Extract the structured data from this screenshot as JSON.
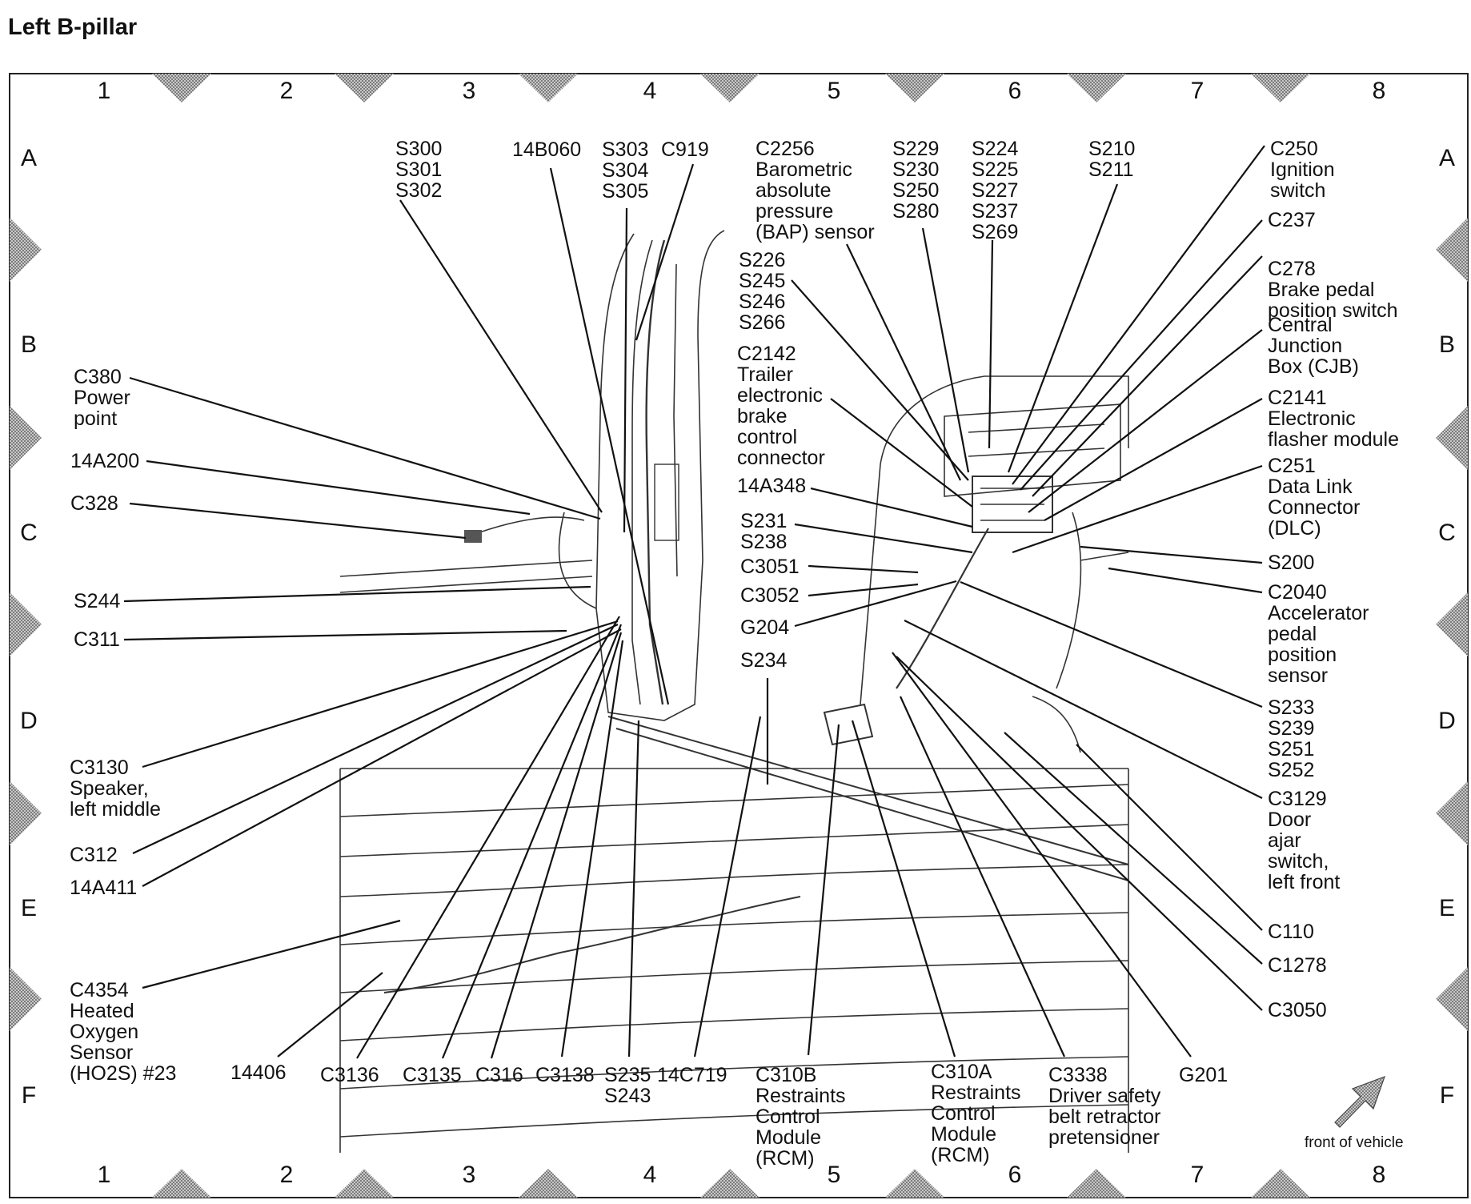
{
  "title": "Left B-pillar",
  "grid": {
    "columns": [
      "1",
      "2",
      "3",
      "4",
      "5",
      "6",
      "7",
      "8"
    ],
    "rows": [
      "A",
      "B",
      "C",
      "D",
      "E",
      "F"
    ]
  },
  "front_label": "front of vehicle",
  "callouts": [
    {
      "id": "s300",
      "lines": [
        "S300",
        "S301",
        "S302"
      ]
    },
    {
      "id": "14b060",
      "lines": [
        "14B060"
      ]
    },
    {
      "id": "s303",
      "lines": [
        "S303",
        "S304",
        "S305"
      ]
    },
    {
      "id": "c919",
      "lines": [
        "C919"
      ]
    },
    {
      "id": "c2256",
      "lines": [
        "C2256",
        "Barometric",
        "absolute",
        "pressure",
        "(BAP) sensor"
      ]
    },
    {
      "id": "s229",
      "lines": [
        "S229",
        "S230",
        "S250",
        "S280"
      ]
    },
    {
      "id": "s224",
      "lines": [
        "S224",
        "S225",
        "S227",
        "S237",
        "S269"
      ]
    },
    {
      "id": "s210",
      "lines": [
        "S210",
        "S211"
      ]
    },
    {
      "id": "c250",
      "lines": [
        "C250",
        "Ignition",
        "switch"
      ]
    },
    {
      "id": "c237",
      "lines": [
        "C237"
      ]
    },
    {
      "id": "c278",
      "lines": [
        "C278",
        "Brake pedal",
        "position switch"
      ]
    },
    {
      "id": "cjb",
      "lines": [
        "Central",
        "Junction",
        "Box (CJB)"
      ]
    },
    {
      "id": "c2141",
      "lines": [
        "C2141",
        "Electronic",
        "flasher module"
      ]
    },
    {
      "id": "c251",
      "lines": [
        "C251",
        "Data Link",
        "Connector",
        "(DLC)"
      ]
    },
    {
      "id": "s200",
      "lines": [
        "S200"
      ]
    },
    {
      "id": "c2040",
      "lines": [
        "C2040",
        "Accelerator",
        "pedal",
        "position",
        "sensor"
      ]
    },
    {
      "id": "s233",
      "lines": [
        "S233",
        "S239",
        "S251",
        "S252"
      ]
    },
    {
      "id": "c3129",
      "lines": [
        "C3129",
        "Door",
        "ajar",
        "switch,",
        "left front"
      ]
    },
    {
      "id": "c110",
      "lines": [
        "C110"
      ]
    },
    {
      "id": "c1278",
      "lines": [
        "C1278"
      ]
    },
    {
      "id": "c3050",
      "lines": [
        "C3050"
      ]
    },
    {
      "id": "g201",
      "lines": [
        "G201"
      ]
    },
    {
      "id": "c3338",
      "lines": [
        "C3338",
        "Driver safety",
        "belt retractor",
        "pretensioner"
      ]
    },
    {
      "id": "c310a",
      "lines": [
        "C310A",
        "Restraints",
        "Control",
        "Module",
        "(RCM)"
      ]
    },
    {
      "id": "c310b",
      "lines": [
        "C310B",
        "Restraints",
        "Control",
        "Module",
        "(RCM)"
      ]
    },
    {
      "id": "14c719",
      "lines": [
        "14C719"
      ]
    },
    {
      "id": "s235",
      "lines": [
        "S235",
        "S243"
      ]
    },
    {
      "id": "c3138",
      "lines": [
        "C3138"
      ]
    },
    {
      "id": "c316",
      "lines": [
        "C316"
      ]
    },
    {
      "id": "c3135",
      "lines": [
        "C3135"
      ]
    },
    {
      "id": "c3136",
      "lines": [
        "C3136"
      ]
    },
    {
      "id": "14406",
      "lines": [
        "14406"
      ]
    },
    {
      "id": "c4354",
      "lines": [
        "C4354",
        "Heated",
        "Oxygen",
        "Sensor",
        "(HO2S) #23"
      ]
    },
    {
      "id": "14a411",
      "lines": [
        "14A411"
      ]
    },
    {
      "id": "c312",
      "lines": [
        "C312"
      ]
    },
    {
      "id": "c3130",
      "lines": [
        "C3130",
        "Speaker,",
        "left middle"
      ]
    },
    {
      "id": "c311",
      "lines": [
        "C311"
      ]
    },
    {
      "id": "s244",
      "lines": [
        "S244"
      ]
    },
    {
      "id": "c328",
      "lines": [
        "C328"
      ]
    },
    {
      "id": "14a200",
      "lines": [
        "14A200"
      ]
    },
    {
      "id": "c380",
      "lines": [
        "C380",
        "Power",
        "point"
      ]
    },
    {
      "id": "s226",
      "lines": [
        "S226",
        "S245",
        "S246",
        "S266"
      ]
    },
    {
      "id": "c2142",
      "lines": [
        "C2142",
        "Trailer",
        "electronic",
        "brake",
        "control",
        "connector"
      ]
    },
    {
      "id": "14a348",
      "lines": [
        "14A348"
      ]
    },
    {
      "id": "s231",
      "lines": [
        "S231",
        "S238"
      ]
    },
    {
      "id": "c3051",
      "lines": [
        "C3051"
      ]
    },
    {
      "id": "c3052",
      "lines": [
        "C3052"
      ]
    },
    {
      "id": "g204",
      "lines": [
        "G204"
      ]
    },
    {
      "id": "s234",
      "lines": [
        "S234"
      ]
    }
  ]
}
